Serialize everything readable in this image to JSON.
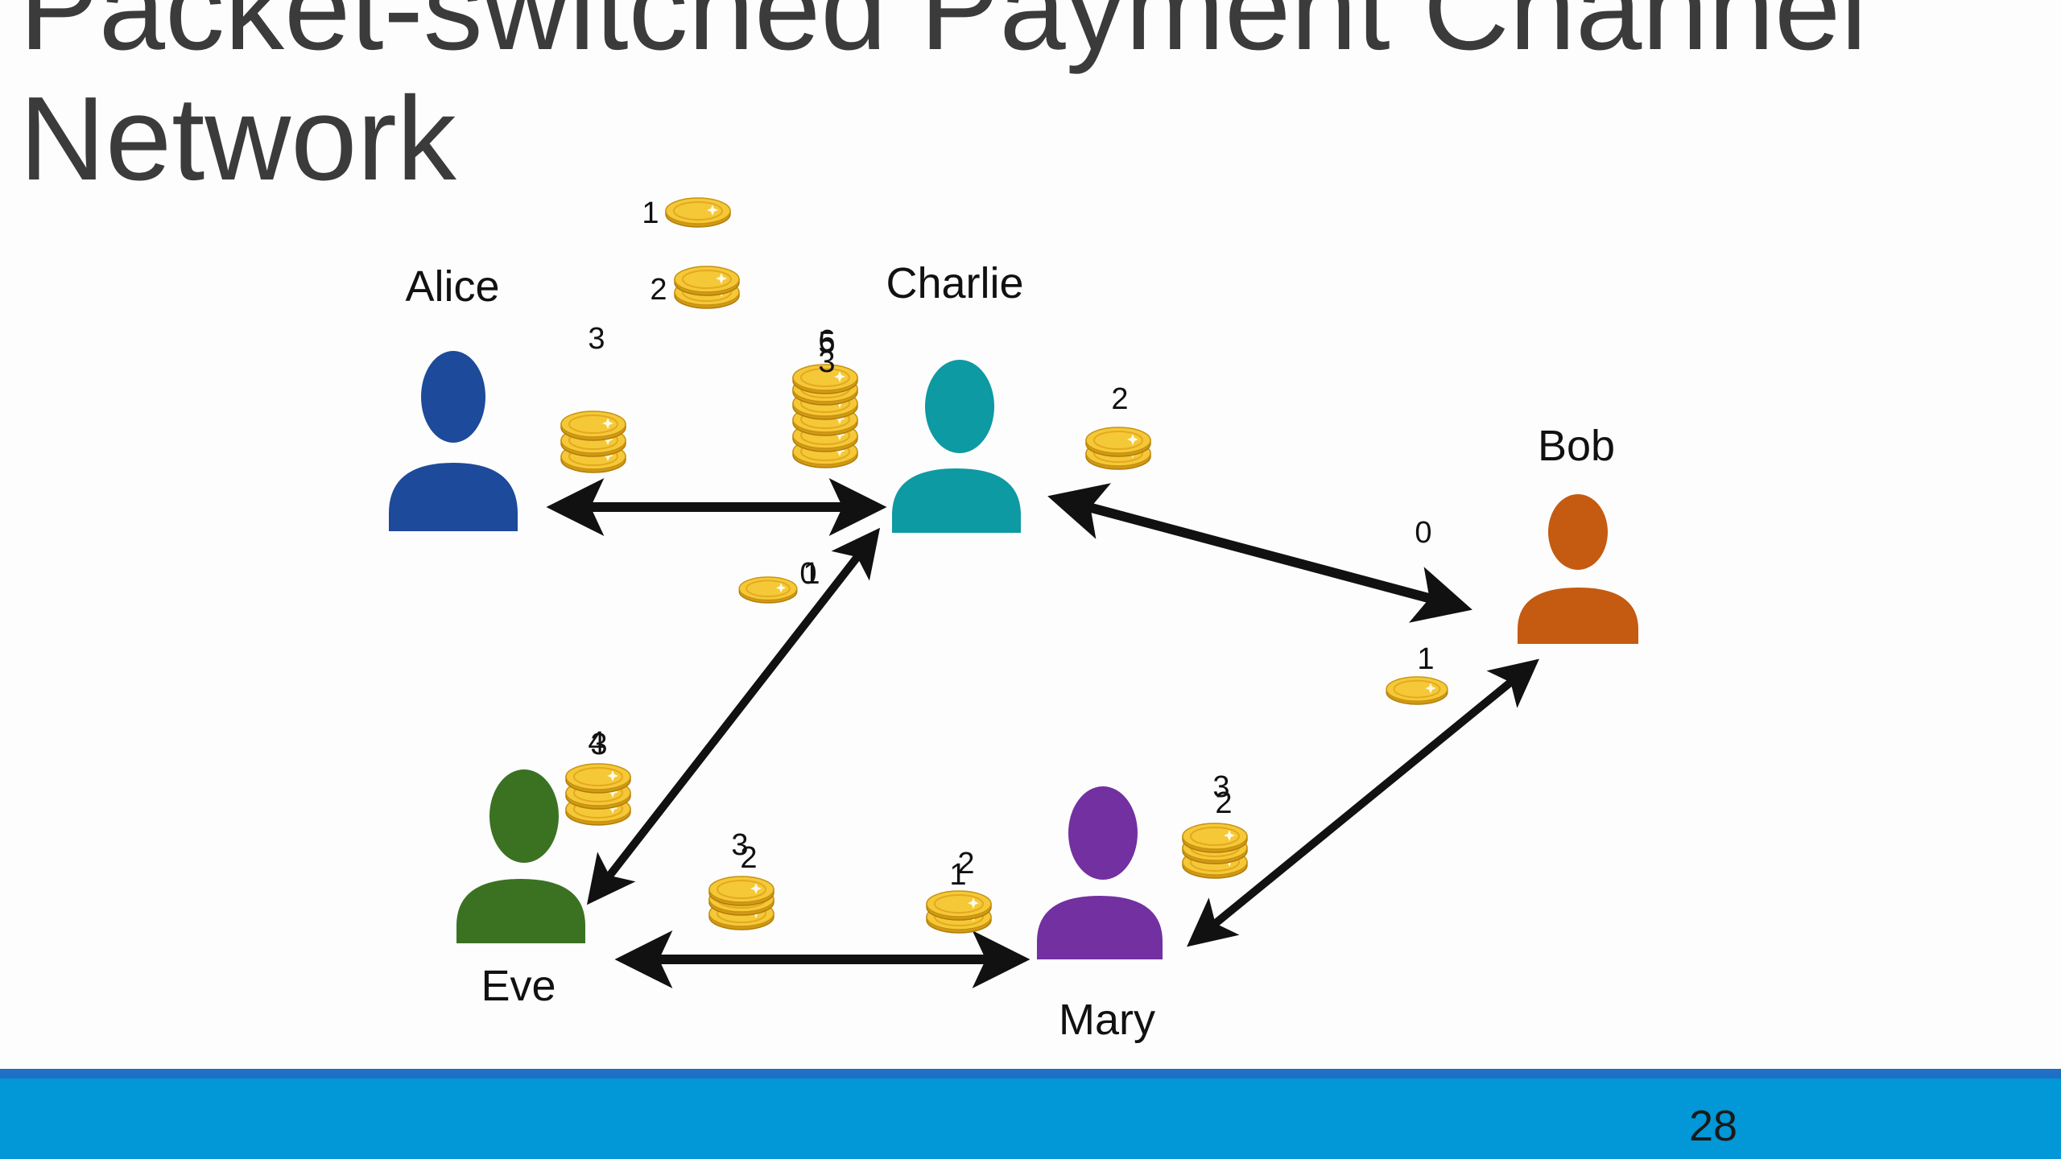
{
  "slide": {
    "title_line1": "Packet-switched Payment Channel",
    "title_line2": "Network",
    "page_number": "28"
  },
  "colors": {
    "alice": "#1d4a9a",
    "charlie": "#0d9aa2",
    "bob": "#c55a11",
    "eve": "#3a7222",
    "mary": "#7230a0",
    "arrow": "#111111",
    "coin": "#f2c230",
    "footer": "#0297d6"
  },
  "nodes": [
    {
      "id": "alice",
      "label": "Alice"
    },
    {
      "id": "charlie",
      "label": "Charlie"
    },
    {
      "id": "bob",
      "label": "Bob"
    },
    {
      "id": "eve",
      "label": "Eve"
    },
    {
      "id": "mary",
      "label": "Mary"
    }
  ],
  "channels": [
    {
      "from": "alice",
      "to": "charlie"
    },
    {
      "from": "charlie",
      "to": "bob"
    },
    {
      "from": "eve",
      "to": "charlie"
    },
    {
      "from": "eve",
      "to": "mary"
    },
    {
      "from": "mary",
      "to": "bob"
    }
  ],
  "coin_labels": {
    "packet_1": "1",
    "packet_2": "2",
    "alice_side": "3",
    "charlie_alice_side_a": "6",
    "charlie_alice_side_b": "5",
    "charlie_alice_side_c": "3",
    "charlie_bob_side": "2",
    "bob_charlie_side": "0",
    "charlie_eve_side_a": "0",
    "charlie_eve_side_b": "1",
    "eve_charlie_side_a": "4",
    "eve_charlie_side_b": "3",
    "eve_mary_side_a": "3",
    "eve_mary_side_b": "2",
    "mary_eve_side_a": "2",
    "mary_eve_side_b": "1",
    "mary_bob_side_a": "3",
    "mary_bob_side_b": "2",
    "bob_mary_side": "1"
  }
}
